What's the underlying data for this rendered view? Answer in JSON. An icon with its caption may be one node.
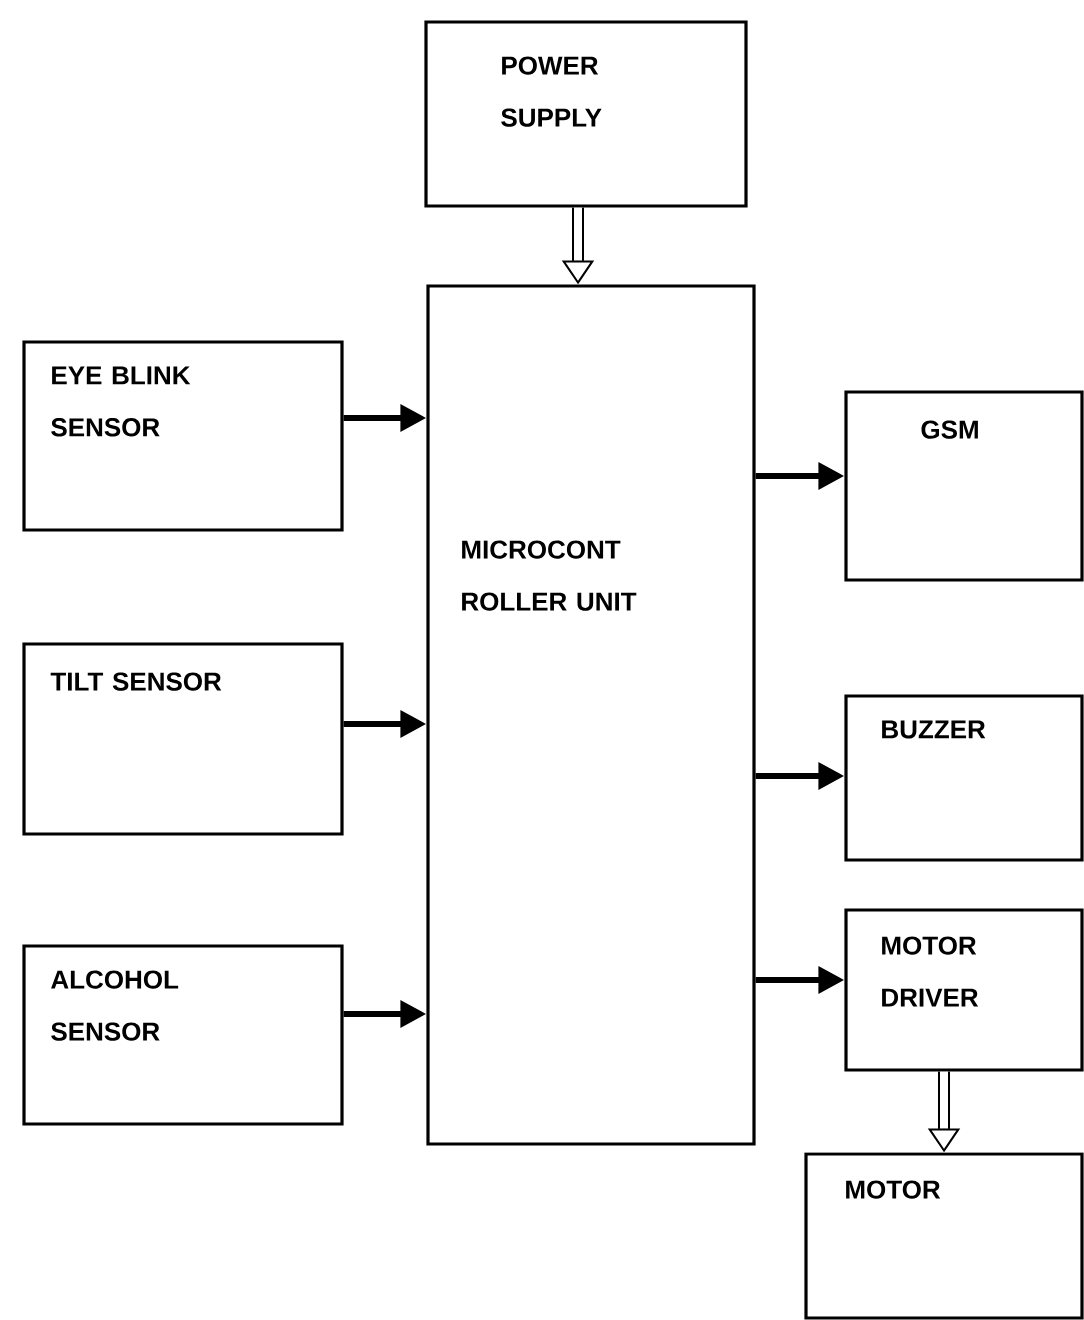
{
  "diagram": {
    "nodes": [
      {
        "text": [
          "POWER SUPPLY"
        ]
      },
      {
        "text": [
          "EYE BLINK SENSOR"
        ]
      },
      {
        "text": [
          "TILT SENSOR"
        ]
      },
      {
        "text": [
          "ALCOHOL SENSOR"
        ]
      },
      {
        "text": [
          "MICROCONT ROLLER UNIT"
        ]
      },
      {
        "text": [
          "GSM"
        ]
      },
      {
        "text": [
          "BUZZER"
        ]
      },
      {
        "text": [
          "MOTOR DRIVER"
        ]
      },
      {
        "text": [
          "MOTOR"
        ]
      }
    ],
    "edges": [
      {
        "from": 0,
        "to": 4,
        "arrow": "to",
        "style": "thick"
      },
      {
        "from": 1,
        "to": 4,
        "arrow": "to"
      },
      {
        "from": 2,
        "to": 4,
        "arrow": "to"
      },
      {
        "from": 3,
        "to": 4,
        "arrow": "to"
      },
      {
        "from": 4,
        "to": 5,
        "arrow": "to"
      },
      {
        "from": 4,
        "to": 6,
        "arrow": "to"
      },
      {
        "from": 4,
        "to": 7,
        "arrow": "to"
      },
      {
        "from": 7,
        "to": 8,
        "arrow": "to",
        "style": "thick"
      }
    ]
  }
}
